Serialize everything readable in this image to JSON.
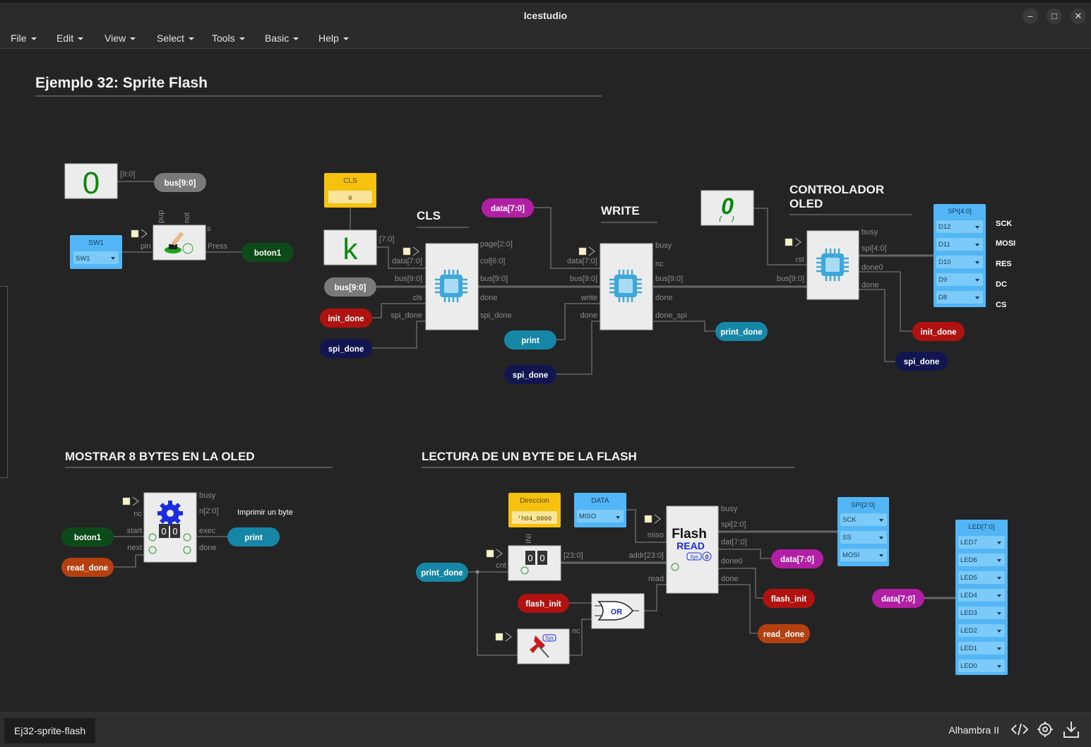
{
  "window": {
    "title": "Icestudio"
  },
  "menu": [
    "File",
    "Edit",
    "View",
    "Select",
    "Tools",
    "Basic",
    "Help"
  ],
  "headers": {
    "main": "Ejemplo 32: Sprite Flash",
    "cls": "CLS",
    "write": "WRITE",
    "ctrl1": "CONTROLADOR",
    "ctrl2": "OLED",
    "mostrar": "MOSTRAR 8 BYTES EN LA OLED",
    "lectura": "LECTURA DE UN BYTE DE LA FLASH"
  },
  "blocks": {
    "const_zero": {
      "value": "0",
      "out": "[9:0]"
    },
    "sw1": {
      "title": "SW1",
      "select": "SW1"
    },
    "button": {
      "ports": [
        "pin",
        "pup",
        "not",
        "s",
        "Press"
      ]
    },
    "cls_const": {
      "title": "CLS",
      "value": "0"
    },
    "k_block": {
      "glyph": "k",
      "out": "[7:0]"
    },
    "cls_chip": {
      "in": [
        "data[7:0]",
        "bus[9:0]",
        "cls",
        "spi_done"
      ],
      "out": [
        "page[2:0]",
        "col[6:0]",
        "bus[9:0]",
        "done",
        "spi_done"
      ]
    },
    "write_chip": {
      "in": [
        "data[7:0]",
        "bus[9:0]",
        "write",
        "done"
      ],
      "out": [
        "busy",
        "nc",
        "bus[9:0]",
        "done",
        "done_spi"
      ]
    },
    "oled_chip": {
      "in": [
        "rst",
        "bus[9:0]"
      ],
      "out": [
        "busy",
        "spi[4:0]",
        "done0",
        "done"
      ]
    },
    "spi_out": {
      "title": "SPI[4:0]",
      "pins": [
        "D12",
        "D11",
        "D10",
        "D9",
        "D8"
      ],
      "labels": [
        "SCK",
        "MOSI",
        "RES",
        "DC",
        "CS"
      ]
    },
    "counter": {
      "in": [
        "nc",
        "start",
        "next"
      ],
      "out": [
        "busy",
        "n[2:0]",
        "exec",
        "done"
      ],
      "digits": [
        "0",
        "0"
      ],
      "comment": "Imprimir un byte"
    },
    "direccion": {
      "title": "Direccion",
      "value": "'h04_0000",
      "ini": "INI"
    },
    "data_in": {
      "title": "DATA",
      "select": "MISO"
    },
    "addr_counter": {
      "in": [
        "cnt"
      ],
      "out": [
        "[23:0]"
      ],
      "digits": [
        "0",
        "0"
      ]
    },
    "flash": {
      "title": "Flash",
      "sub": "READ",
      "sys": "Sys",
      "zero": "0",
      "in": [
        "miso",
        "addr[23:0]",
        "read"
      ],
      "out": [
        "busy",
        "spi[2:0]",
        "dat[7:0]",
        "done0",
        "done"
      ]
    },
    "or_gate": {
      "label": "OR"
    },
    "pin_sys": {
      "sys": "Sys",
      "out": "nc"
    },
    "spi2_out": {
      "title": "SPI[2:0]",
      "pins": [
        "SCK",
        "SS",
        "MOSI"
      ]
    },
    "led_out": {
      "title": "LED[7:0]",
      "pins": [
        "LED7",
        "LED6",
        "LED5",
        "LED4",
        "LED3",
        "LED2",
        "LED1",
        "LED0"
      ]
    }
  },
  "tags": {
    "bus1": "bus[9:0]",
    "boton1a": "boton1",
    "data7a": "data[7:0]",
    "bus2": "bus[9:0]",
    "init_done1": "init_done",
    "spi_done1": "spi_done",
    "print1": "print",
    "spi_done2": "spi_done",
    "print_done1": "print_done",
    "init_done2": "init_done",
    "spi_done3": "spi_done",
    "boton1b": "boton1",
    "read_done1": "read_done",
    "print2": "print",
    "print_done2": "print_done",
    "flash_init1": "flash_init",
    "data7b": "data[7:0]",
    "flash_init2": "flash_init",
    "read_done2": "read_done",
    "data7c": "data[7:0]"
  },
  "status": {
    "tab": "Ej32-sprite-flash",
    "board": "Alhambra II"
  },
  "colors": {
    "gray": "#7a7a7a",
    "darkgreen": "#0d4a1a",
    "magenta": "#b21fa5",
    "red": "#b0120f",
    "navy": "#121650",
    "teal": "#1686a6",
    "orange": "#b5400f",
    "blue_io": "#52b6f6",
    "yellow": "#f6c20e"
  }
}
